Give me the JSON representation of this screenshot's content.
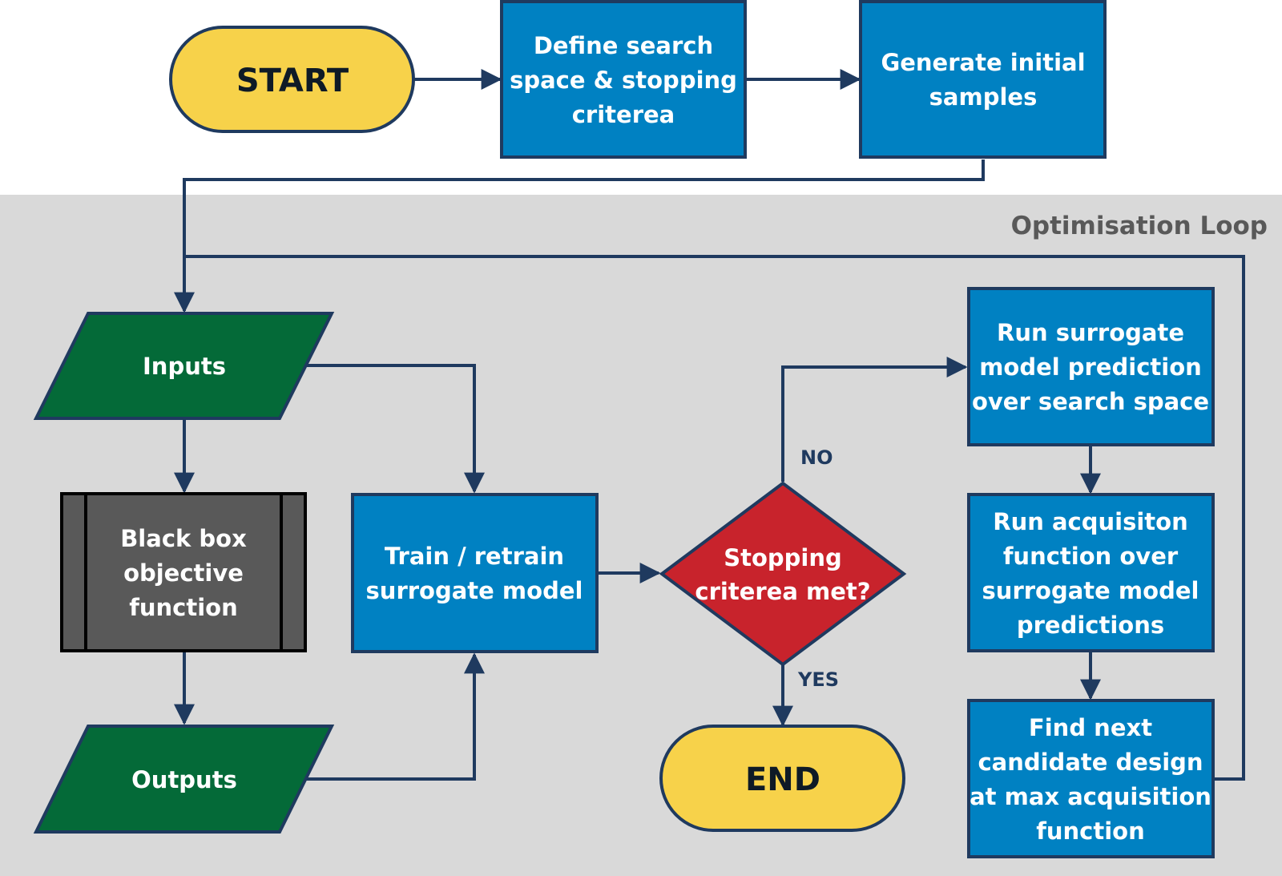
{
  "loop_label": "Optimisation Loop",
  "colors": {
    "terminal": "#f7d24a",
    "process": "#0081c2",
    "io": "#046a38",
    "blackbox": "#595959",
    "decision": "#c8232c",
    "loop_background": "#d9d9d9",
    "connector": "#1f3a5f"
  },
  "nodes": {
    "start": {
      "lines": [
        "START"
      ]
    },
    "define": {
      "lines": [
        "Define search",
        "space & stopping",
        "criterea"
      ]
    },
    "generate": {
      "lines": [
        "Generate initial",
        "samples"
      ]
    },
    "inputs": {
      "lines": [
        "Inputs"
      ]
    },
    "blackbox": {
      "lines": [
        "Black box",
        "objective",
        "function"
      ]
    },
    "outputs": {
      "lines": [
        "Outputs"
      ]
    },
    "train": {
      "lines": [
        "Train / retrain",
        "surrogate model"
      ]
    },
    "decision": {
      "lines": [
        "Stopping",
        "criterea met?"
      ]
    },
    "end": {
      "lines": [
        "END"
      ]
    },
    "surrogate_pred": {
      "lines": [
        "Run surrogate",
        "model prediction",
        "over search space"
      ]
    },
    "acquisition": {
      "lines": [
        "Run acquisiton",
        "function over",
        "surrogate model",
        "predictions"
      ]
    },
    "candidate": {
      "lines": [
        "Find next",
        "candidate design",
        "at max acquisition",
        "function"
      ]
    }
  },
  "branches": {
    "no": "NO",
    "yes": "YES"
  }
}
